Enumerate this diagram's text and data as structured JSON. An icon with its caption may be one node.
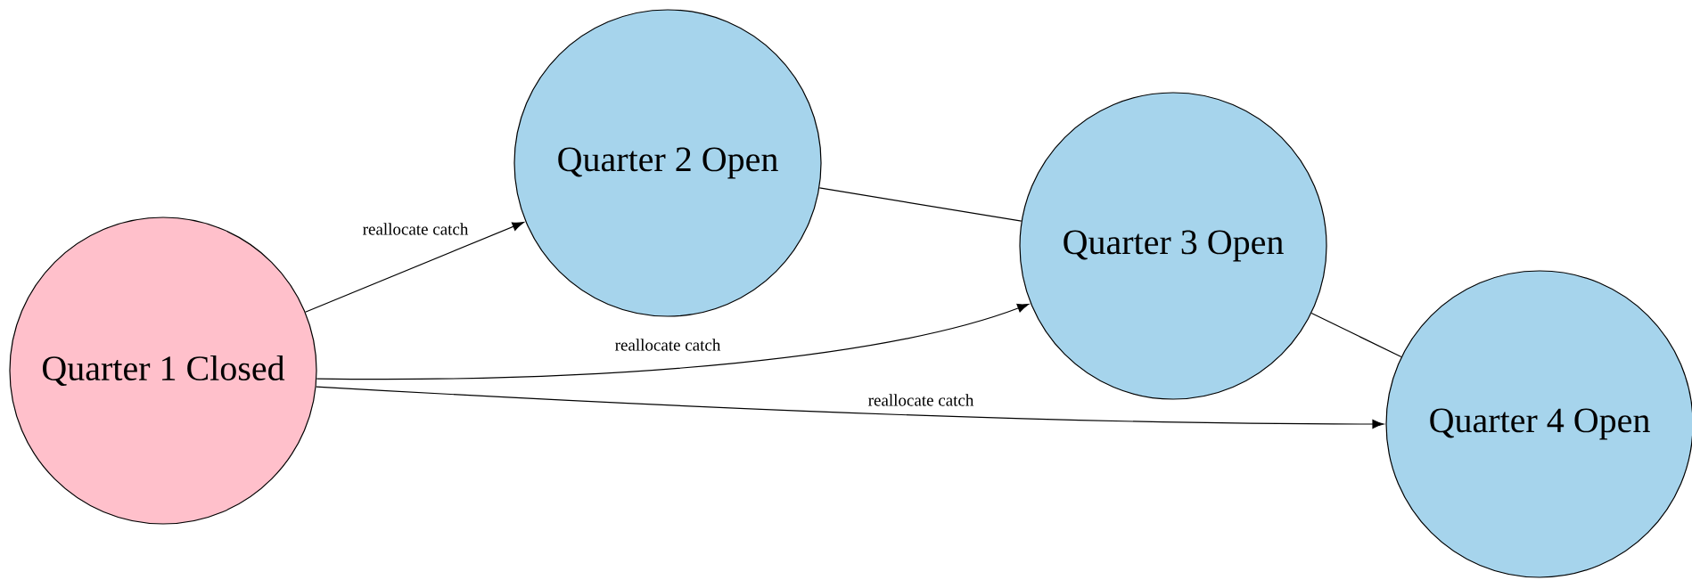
{
  "diagram": {
    "nodes": [
      {
        "text": [
          "Quarter 1 Closed"
        ]
      },
      {
        "text": [
          "Quarter 2 Open"
        ]
      },
      {
        "text": [
          "Quarter 3 Open"
        ]
      },
      {
        "text": [
          "Quarter 4 Open"
        ]
      }
    ],
    "edges": [
      {
        "from": 0,
        "to": 1,
        "arrow": "to",
        "label": "reallocate catch"
      },
      {
        "from": 0,
        "to": 2,
        "arrow": "to",
        "label": "reallocate catch"
      },
      {
        "from": 0,
        "to": 3,
        "arrow": "to",
        "label": "reallocate catch"
      },
      {
        "from": 1,
        "to": 2,
        "arrow": "none"
      },
      {
        "from": 2,
        "to": 3,
        "arrow": "none"
      }
    ]
  }
}
